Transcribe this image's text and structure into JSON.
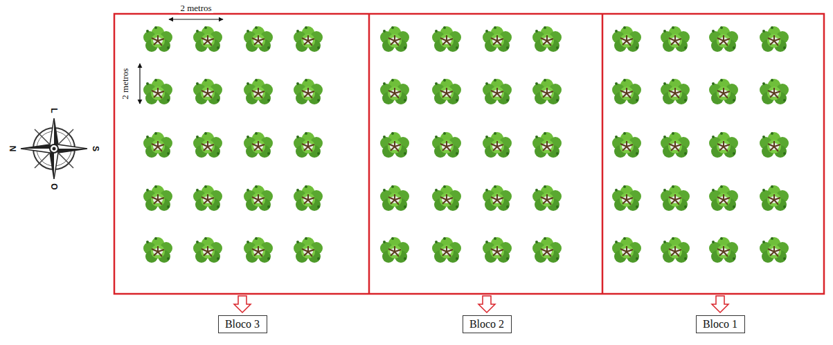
{
  "diagram": {
    "nodes": [
      {
        "text": [
          "Bloco 3"
        ]
      },
      {
        "text": [
          "Bloco 2"
        ]
      },
      {
        "text": [
          "Bloco 1"
        ]
      }
    ],
    "labels": [
      "2 metros",
      "2 metros",
      "N",
      "L",
      "S",
      "O"
    ]
  }
}
